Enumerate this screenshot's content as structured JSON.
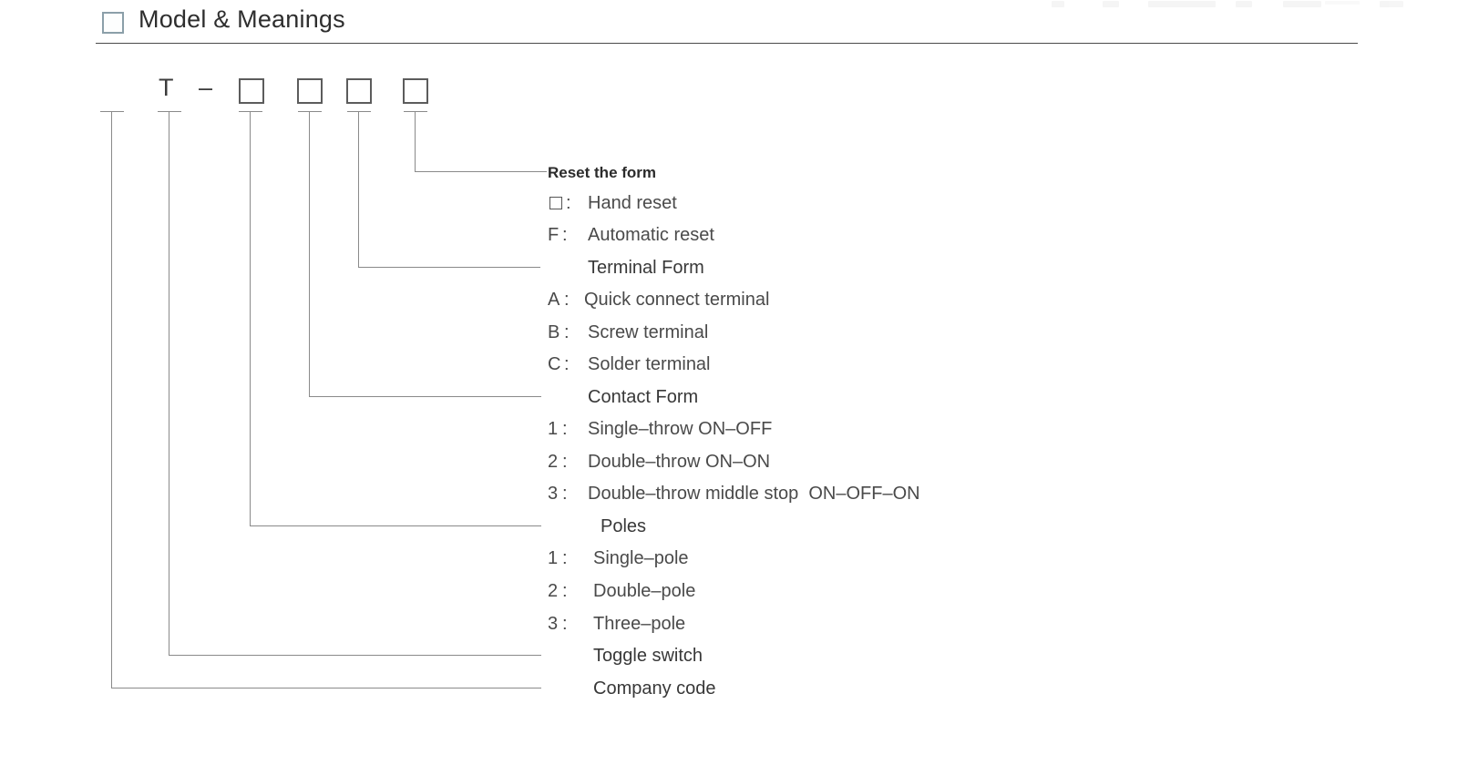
{
  "header": {
    "checkbox_icon": "checkbox-empty-icon",
    "title": "Model & Meanings"
  },
  "model_code": {
    "segments": [
      {
        "type": "blank",
        "label": ""
      },
      {
        "type": "letter",
        "label": "T"
      },
      {
        "type": "dash",
        "label": "–"
      },
      {
        "type": "box",
        "label": ""
      },
      {
        "type": "box",
        "label": ""
      },
      {
        "type": "box",
        "label": ""
      },
      {
        "type": "box",
        "label": ""
      }
    ]
  },
  "legend": {
    "groups": [
      {
        "id": "reset-form",
        "heading": "Reset the form",
        "heading_bold": true,
        "options": [
          {
            "key": "□",
            "key_is_box": true,
            "sep": ":",
            "text": "Hand reset"
          },
          {
            "key": "F",
            "key_is_box": false,
            "sep": ":",
            "text": "Automatic reset"
          }
        ]
      },
      {
        "id": "terminal-form",
        "heading": "Terminal Form",
        "heading_bold": false,
        "options": [
          {
            "key": "A",
            "key_is_box": false,
            "sep": ":",
            "text": "Quick connect terminal"
          },
          {
            "key": "B",
            "key_is_box": false,
            "sep": ":",
            "text": "Screw terminal"
          },
          {
            "key": "C",
            "key_is_box": false,
            "sep": ":",
            "text": "Solder terminal"
          }
        ]
      },
      {
        "id": "contact-form",
        "heading": "Contact Form",
        "heading_bold": false,
        "options": [
          {
            "key": "1",
            "key_is_box": false,
            "sep": ":",
            "text": "Single–throw ON–OFF"
          },
          {
            "key": "2",
            "key_is_box": false,
            "sep": ":",
            "text": "Double–throw ON–ON"
          },
          {
            "key": "3",
            "key_is_box": false,
            "sep": ":",
            "text": "Double–throw middle stop  ON–OFF–ON"
          }
        ]
      },
      {
        "id": "poles",
        "heading": "Poles",
        "heading_bold": false,
        "options": [
          {
            "key": "1",
            "key_is_box": false,
            "sep": ":",
            "text": "Single–pole"
          },
          {
            "key": "2",
            "key_is_box": false,
            "sep": ":",
            "text": "Double–pole"
          },
          {
            "key": "3",
            "key_is_box": false,
            "sep": ":",
            "text": "Three–pole"
          }
        ]
      },
      {
        "id": "toggle-switch",
        "heading": "Toggle switch",
        "heading_bold": false,
        "options": []
      },
      {
        "id": "company-code",
        "heading": "Company code",
        "heading_bold": false,
        "options": []
      }
    ]
  },
  "colors": {
    "line": "#8a8a8a",
    "rule": "#4a4a4a",
    "checkbox_border": "#8b9fa9",
    "text": "#4a4a4a"
  }
}
